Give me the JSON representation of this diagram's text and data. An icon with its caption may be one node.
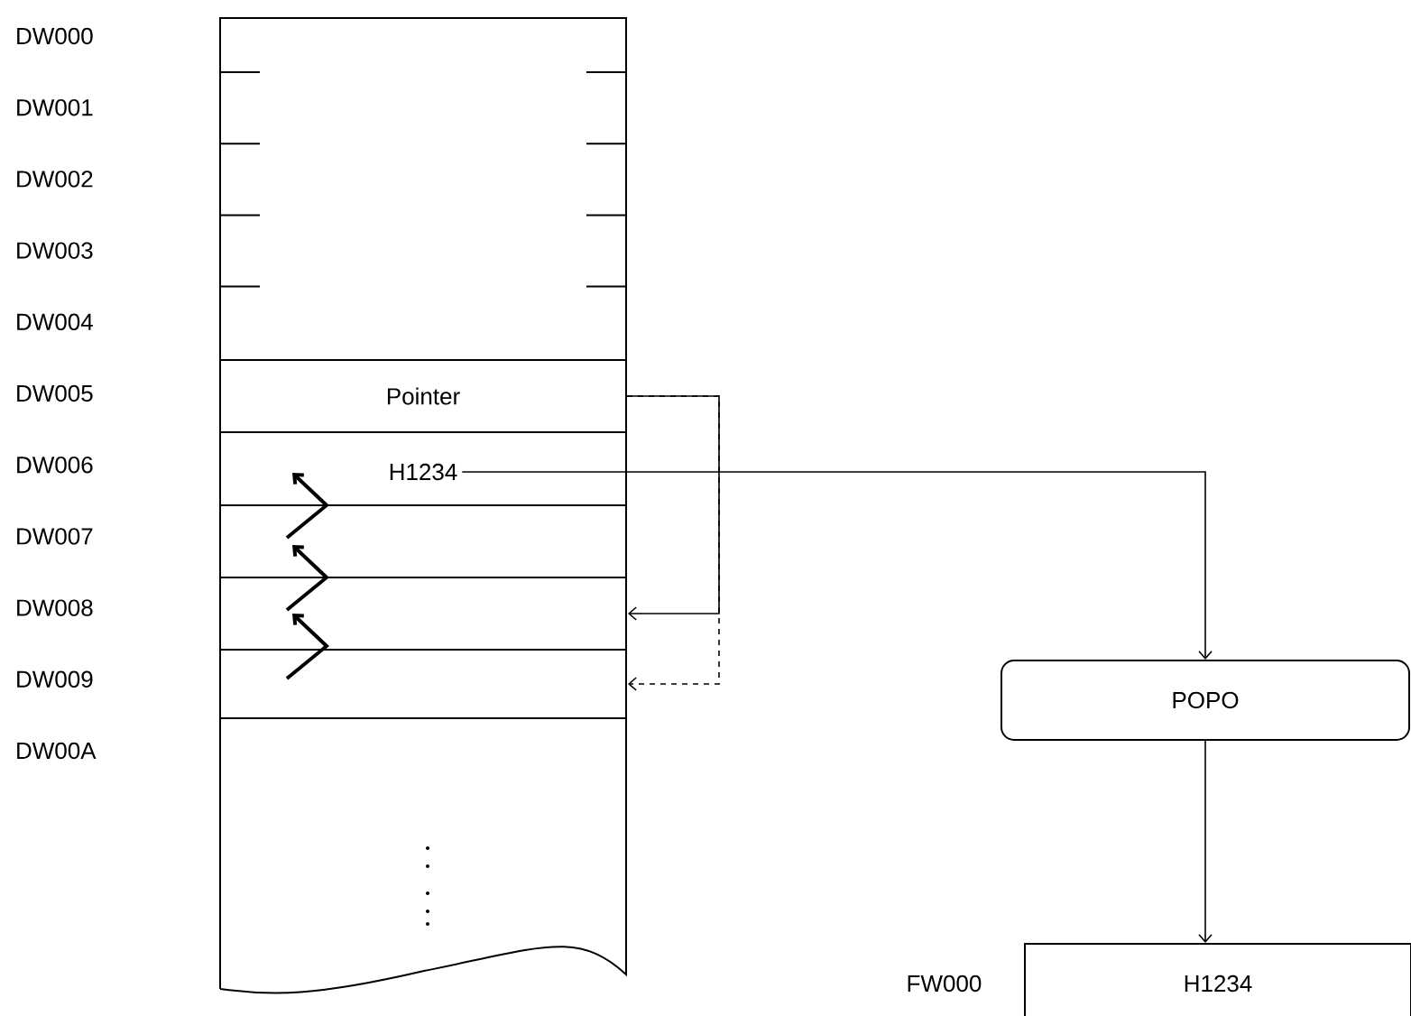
{
  "diagram": {
    "nodes": [
      {
        "text": [],
        "shape": "box"
      },
      {
        "text": [
          "Pointer"
        ],
        "in": 0
      },
      {
        "text": [
          "H1234"
        ],
        "in": 0
      },
      {
        "text": [
          "POPO"
        ]
      },
      {
        "text": [
          "H1234"
        ],
        "beside": [
          "FW000"
        ]
      }
    ],
    "edges": [
      {
        "from": 1,
        "to": null,
        "arrow": "to"
      },
      {
        "from": 1,
        "to": null,
        "arrow": "to",
        "style": "dashed"
      },
      {
        "from": 2,
        "to": 3,
        "arrow": "to"
      },
      {
        "from": 3,
        "to": 4,
        "arrow": "to"
      }
    ],
    "labels": [
      "DW000",
      "DW001",
      "DW002",
      "DW003",
      "DW004",
      "DW005",
      "DW006",
      "DW007",
      "DW008",
      "DW009",
      "DW00A"
    ]
  }
}
